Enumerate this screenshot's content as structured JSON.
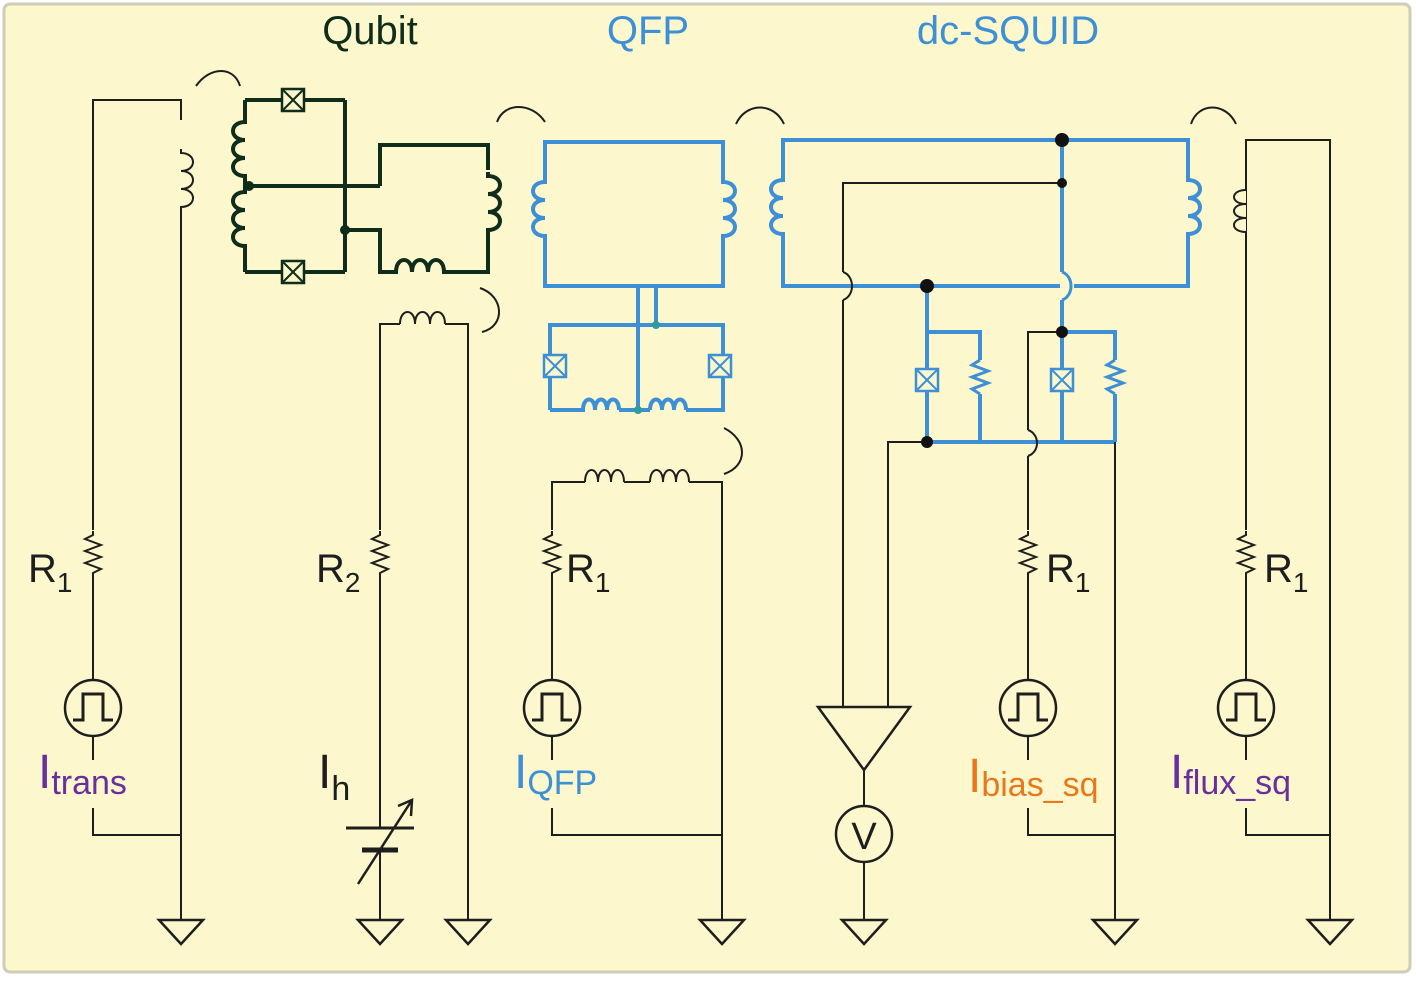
{
  "colors": {
    "background": "#fcf7cc",
    "border": "#cdcdb8",
    "qubit": "#0f2d1a",
    "qfp": "#3d8fd6",
    "squid": "#3d8fd6",
    "wire": "#1e1e1e",
    "label_trans": "#6a2f9e",
    "label_qfp": "#3d8fd6",
    "label_bias": "#e8781c",
    "label_flux": "#6a2f9e"
  },
  "headings": {
    "qubit": "Qubit",
    "qfp": "QFP",
    "squid": "dc-SQUID"
  },
  "resistors": [
    {
      "main": "R",
      "sub": "1"
    },
    {
      "main": "R",
      "sub": "2"
    },
    {
      "main": "R",
      "sub": "1"
    },
    {
      "main": "R",
      "sub": "1"
    },
    {
      "main": "R",
      "sub": "1"
    }
  ],
  "sources": {
    "trans": {
      "main": "I",
      "sub": "trans"
    },
    "h": {
      "main": "I",
      "sub": "h"
    },
    "qfp": {
      "main": "I",
      "sub": "QFP"
    },
    "bias": {
      "main": "I",
      "sub": "bias_sq"
    },
    "flux": {
      "main": "I",
      "sub": "flux_sq"
    }
  },
  "voltmeter": "V"
}
